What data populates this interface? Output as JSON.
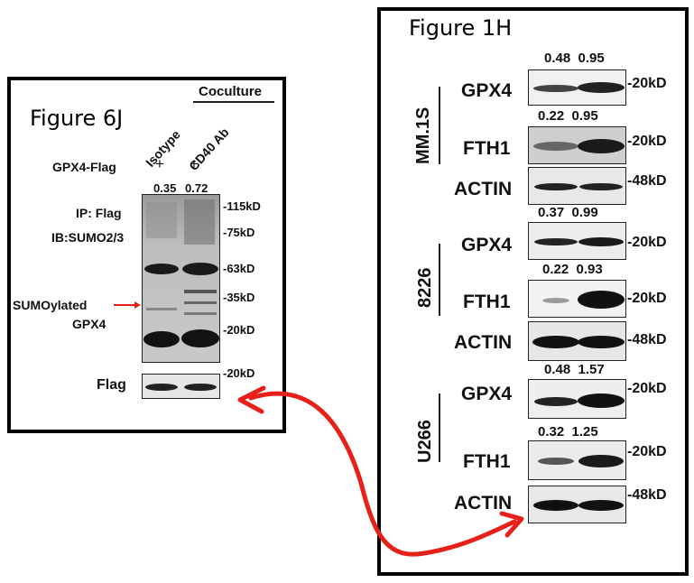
{
  "figure_6j": {
    "title": "Figure 6J",
    "coculture": "Coculture",
    "lane_labels": [
      "Isotype",
      "CD40 Ab"
    ],
    "gpx4_flag": {
      "label": "GPX4-Flag",
      "marks": [
        "+",
        "+"
      ]
    },
    "values": [
      "0.35",
      "0.72"
    ],
    "ip_label": "IP: Flag",
    "ib_label": "IB:SUMO2/3",
    "sumo_label_line1": "SUMOylated",
    "sumo_label_line2": "GPX4",
    "markers": [
      "-115kD",
      "-75kD",
      "-63kD",
      "-35kD",
      "-20kD"
    ],
    "flag_label": "Flag",
    "flag_marker": "-20kD"
  },
  "figure_1h": {
    "title": "Figure 1H",
    "cell_lines": [
      "MM.1S",
      "8226",
      "U266"
    ],
    "mm1s": {
      "gpx4_values": [
        "0.48",
        "0.95"
      ],
      "fth1_values": [
        "0.22",
        "0.95"
      ]
    },
    "r8226": {
      "gpx4_values": [
        "0.37",
        "0.99"
      ],
      "fth1_values": [
        "0.22",
        "0.93"
      ]
    },
    "u266": {
      "gpx4_values": [
        "0.48",
        "1.57"
      ],
      "fth1_values": [
        "0.32",
        "1.25"
      ]
    },
    "protein_labels": {
      "gpx4": "GPX4",
      "fth1": "FTH1",
      "actin": "ACTIN"
    },
    "marker_20": "-20kD",
    "marker_48": "-48kD"
  },
  "colors": {
    "arrow": "#e8201a",
    "band": "#1a1a1a"
  }
}
